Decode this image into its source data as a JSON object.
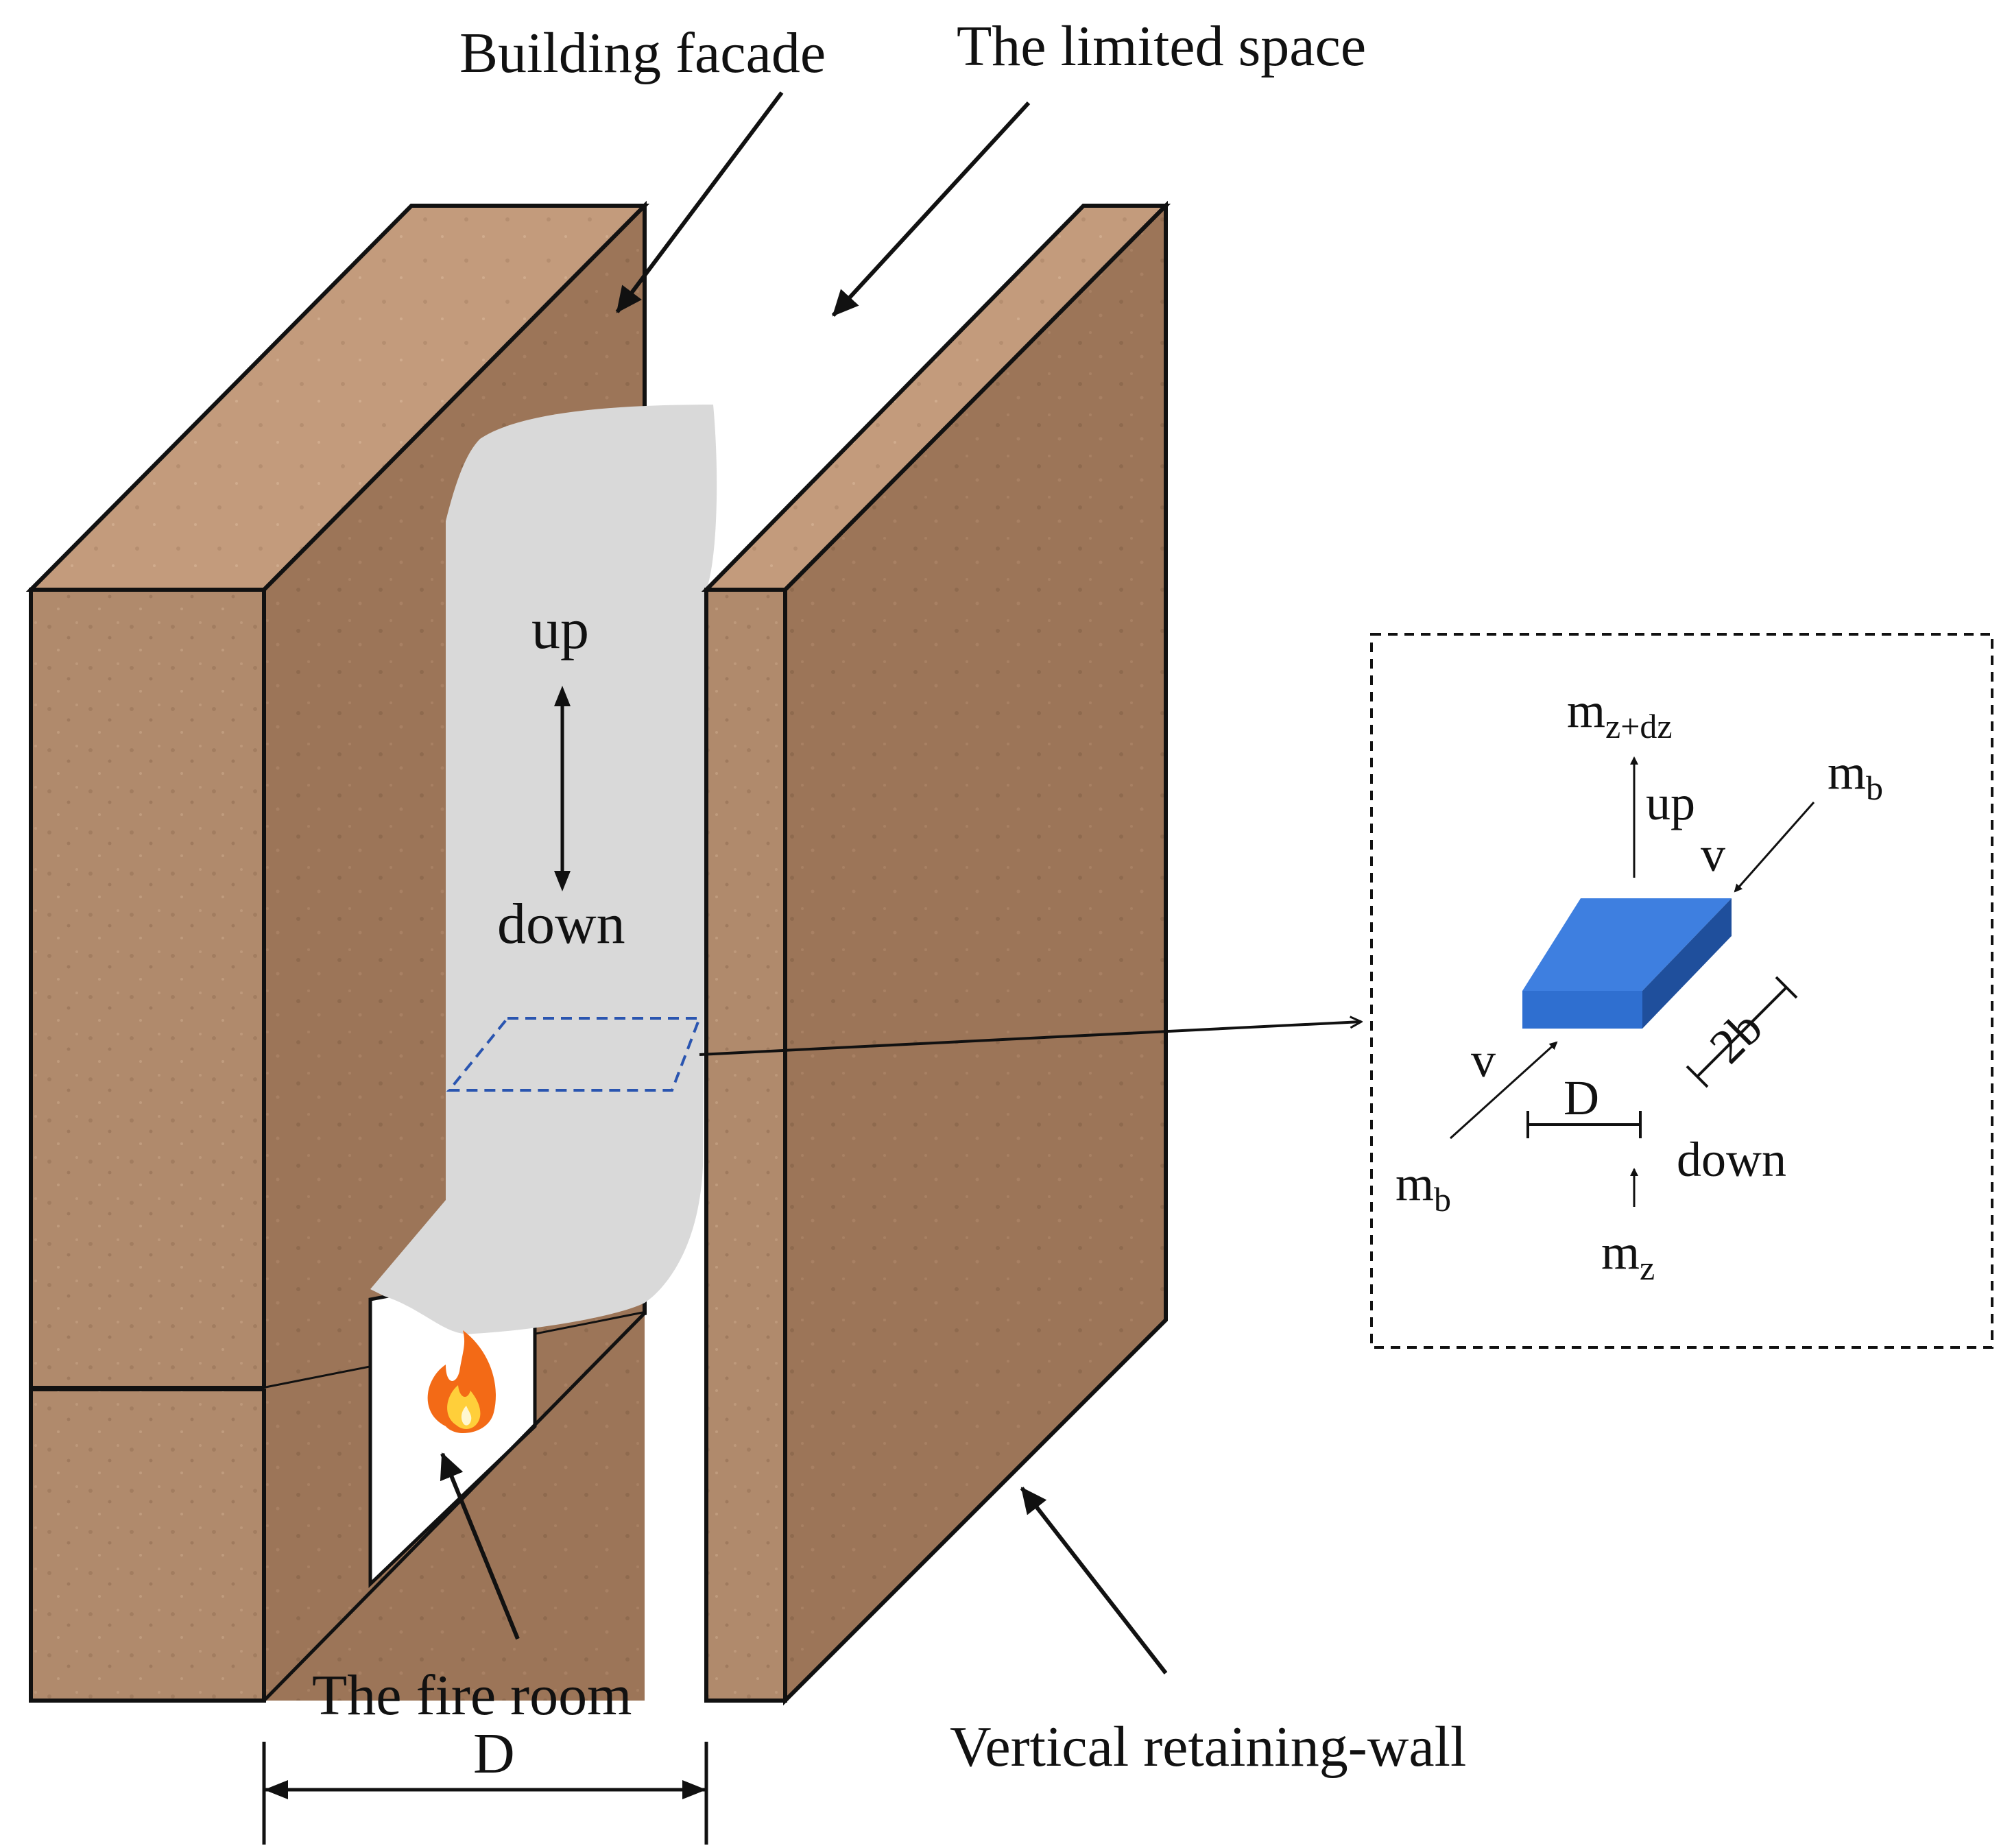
{
  "labels": {
    "building_facade": "Building facade",
    "limited_space": "The limited space",
    "fire_room": "The fire room",
    "retaining_wall": "Vertical retaining-wall",
    "width_d": "D",
    "up": "up",
    "down": "down"
  },
  "inset": {
    "m_top": "m",
    "m_top_sub": "z+dz",
    "up": "up",
    "m_b_right": "m",
    "m_b_right_sub": "b",
    "v_right": "v",
    "width_2b": "2b",
    "v_left": "v",
    "d_label": "D",
    "down": "down",
    "m_b_left": "m",
    "m_b_left_sub": "b",
    "m_bottom": "m",
    "m_bottom_sub": "z"
  },
  "colors": {
    "brick_front": "#b08a6c",
    "brick_side": "#9c7558",
    "brick_top": "#c39b7c",
    "smoke": "#d9d9d9",
    "element_front": "#2f6fd0",
    "element_top": "#3e7fe0",
    "element_side": "#1f4f9c",
    "dashed_section": "#2a55b0"
  },
  "icons": [
    "flame-icon"
  ]
}
